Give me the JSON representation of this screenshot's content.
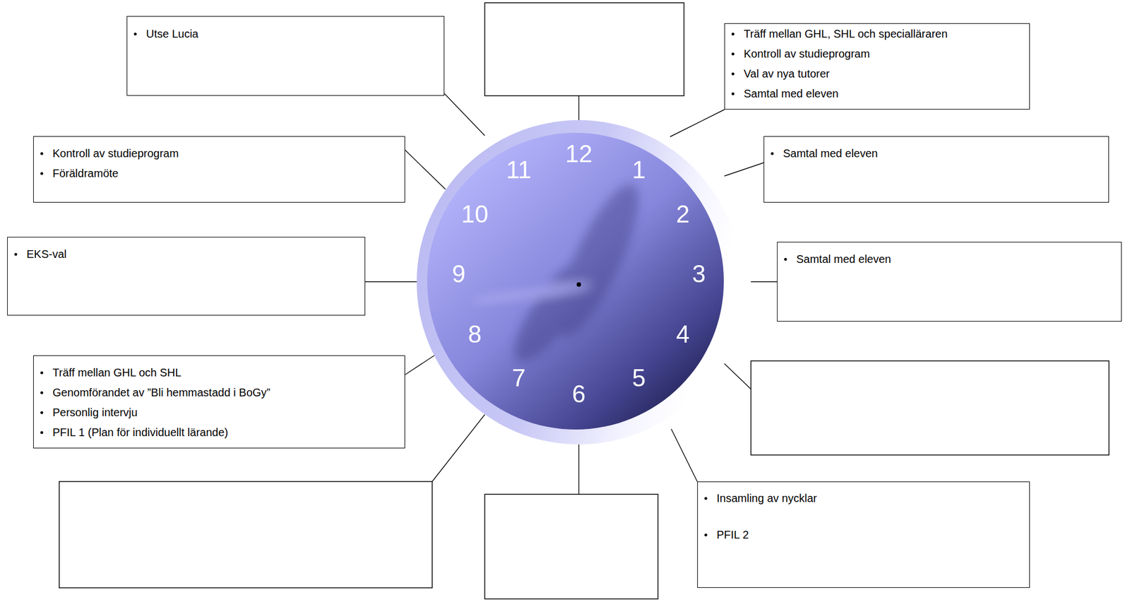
{
  "diagram": {
    "nodes": [
      {
        "text": [
          "Utse Lucia"
        ]
      },
      {
        "text": [
          "Träff mellan GHL, SHL och specialläraren",
          "Kontroll av studieprogram",
          "Val av nya tutorer",
          "Samtal med eleven"
        ]
      },
      {
        "text": [
          "Kontroll av studieprogram",
          "Föräldramöte"
        ]
      },
      {
        "text": [
          "Samtal med eleven"
        ]
      },
      {
        "text": [
          "EKS-val"
        ]
      },
      {
        "text": [
          "Samtal med eleven"
        ]
      },
      {
        "text": [
          "Träff mellan GHL och SHL",
          "Genomförandet av ”Bli hemmastadd i BoGy”",
          "Personlig intervju",
          "PFIL 1 (Plan för individuellt lärande)"
        ]
      },
      {
        "text": [
          "Insamling av nycklar",
          "PFIL 2"
        ]
      }
    ],
    "labels": [
      "12",
      "1",
      "2",
      "3",
      "4",
      "5",
      "6",
      "7",
      "8",
      "9",
      "10",
      "11"
    ]
  }
}
